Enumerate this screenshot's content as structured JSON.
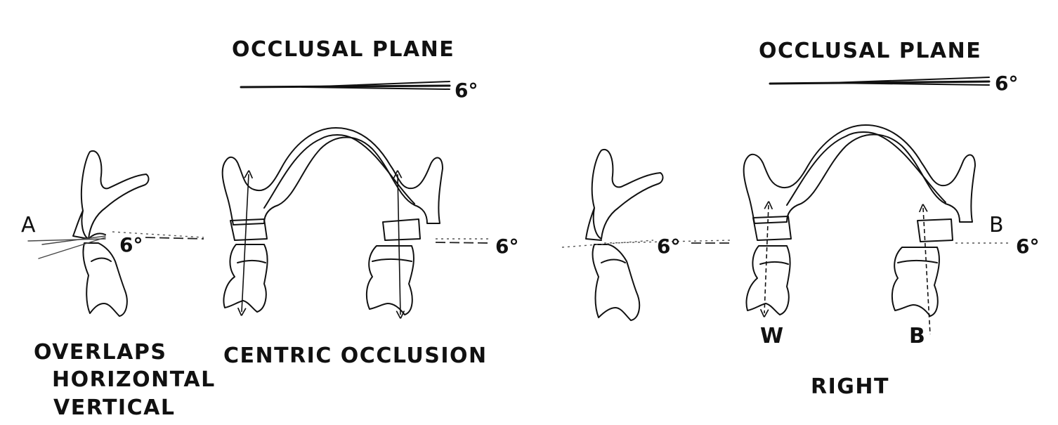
{
  "left": {
    "title": "OCCLUSAL PLANE",
    "plane_angle": "6°",
    "side_marker": "A",
    "side_angle": "6°",
    "right_angle": "6°",
    "caption_centric": "CENTRIC OCCLUSION",
    "caption_overlaps": "OVERLAPS",
    "caption_horizontal": "HORIZONTAL",
    "caption_vertical": "VERTICAL"
  },
  "right": {
    "title": "OCCLUSAL PLANE",
    "plane_angle": "6°",
    "side_angle": "6°",
    "side_marker": "B",
    "right_angle": "6°",
    "working_label": "W",
    "balancing_label": "B",
    "caption": "RIGHT"
  }
}
